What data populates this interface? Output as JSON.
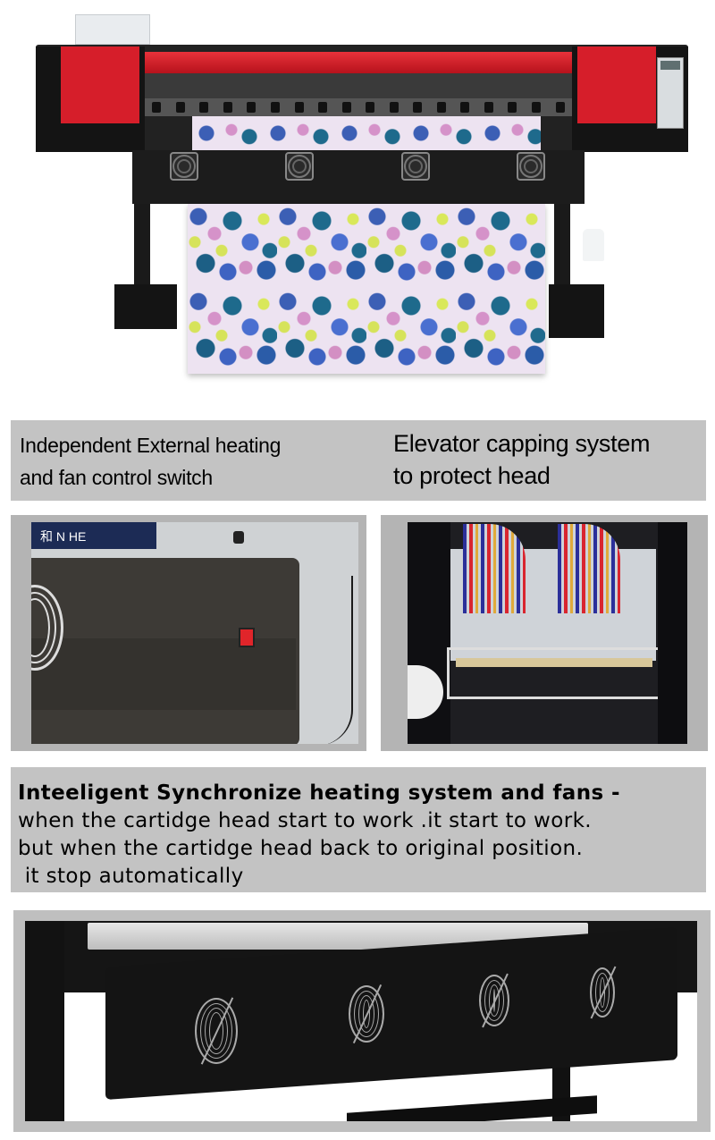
{
  "hero": {
    "image_alt": "Large format eco-solvent textile printer with red side covers, four heater fans, printing floral fabric"
  },
  "features": {
    "left_caption": [
      "Independent External heating",
      "and fan control switch"
    ],
    "right_caption": [
      "Elevator capping system",
      "to protect head"
    ],
    "left_photo_alt": "External heater box with fan and red power switch",
    "left_photo_sign": "和 N HE",
    "right_photo_alt": "Print head carriage with ink tubes and elevator capping station"
  },
  "synchronize": {
    "lines": [
      "Inteeligent Synchronize heating system and fans -",
      "when the cartidge head start to work .it start to work.",
      "but when the cartidge head back to original position.",
      " it stop automatically"
    ]
  },
  "bottom_photo": {
    "image_alt": "Rear heater bar with four cooling fans",
    "fan_count": 4
  },
  "colors": {
    "caption_bg": "#c3c3c3",
    "printer_red": "#d61e2a",
    "printer_black": "#141414"
  }
}
